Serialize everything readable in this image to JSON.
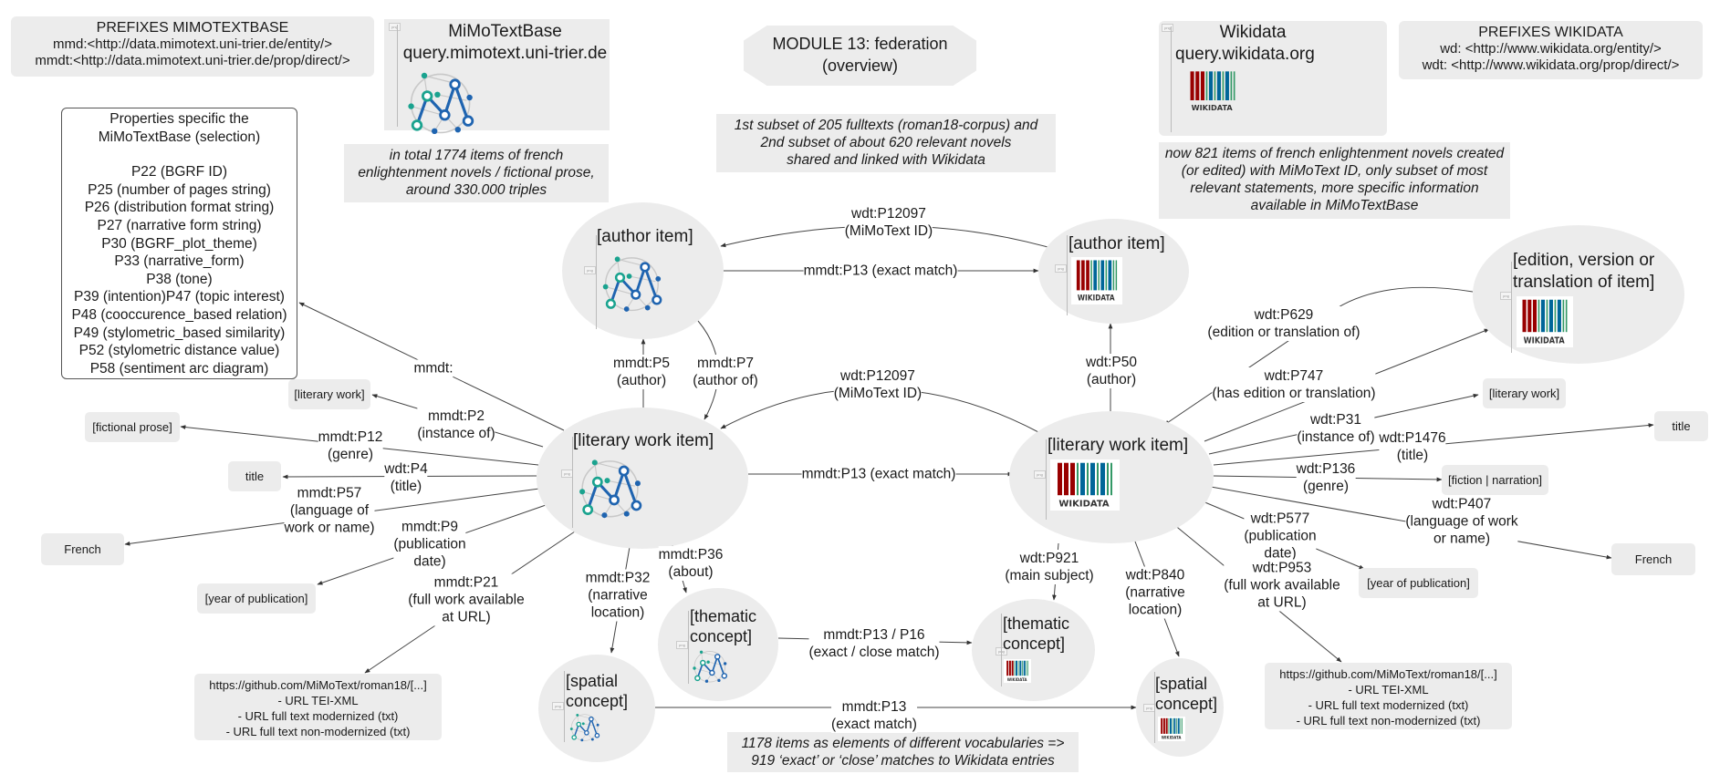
{
  "module": {
    "line1": "MODULE 13: federation",
    "line2": "(overview)"
  },
  "prefixes_mimotext": {
    "title": "PREFIXES MIMOTEXTBASE",
    "lines": [
      "mmd:<http://data.mimotext.uni-trier.de/entity/>",
      "mmdt:<http://data.mimotext.uni-trier.de/prop/direct/>"
    ]
  },
  "prefixes_wikidata": {
    "title": "PREFIXES WIKIDATA",
    "lines": [
      "wd: <http://www.wikidata.org/entity/>",
      "wdt: <http://www.wikidata.org/prop/direct/>"
    ]
  },
  "endpoints": {
    "mimotext": {
      "name": "MiMoTextBase",
      "url": "query.mimotext.uni-trier.de",
      "logo": "mimotext-logo-icon"
    },
    "wikidata": {
      "name": "Wikidata",
      "url": "query.wikidata.org",
      "logo": "wikidata-logo-icon",
      "logo_text": "WIKIDATA"
    }
  },
  "notes": {
    "mimotext_total": [
      "in total 1774 items of french",
      "enlightenment novels / fictional prose,",
      "around 330.000 triples"
    ],
    "subsets": [
      "1st subset of 205 fulltexts (roman18-corpus) and",
      "2nd subset of about 620 relevant novels",
      "shared and linked with Wikidata"
    ],
    "wikidata_items": [
      "now 821 items of french enlightenment novels created",
      "(or edited) with MiMoText ID, only subset of most",
      "relevant statements, more specific information",
      "available in MiMoTextBase"
    ],
    "vocabularies": [
      "1178 items as elements of different vocabularies =>",
      "919 ‘exact’ or ‘close’ matches to Wikidata entries"
    ]
  },
  "properties_box": {
    "title": [
      "Properties specific the",
      "MiMoTextBase (selection)"
    ],
    "items": [
      "P22 (BGRF ID)",
      "P25 (number of pages string)",
      "P26 (distribution format string)",
      "P27 (narrative form string)",
      "P30 (BGRF_plot_theme)",
      "P33 (narrative_form)",
      "P38 (tone)",
      "P39 (intention)P47 (topic interest)",
      "P48 (cooccurence_based relation)",
      "P49 (stylometric_based similarity)",
      "P52 (stylometric distance value)",
      "P58 (sentiment arc diagram)"
    ]
  },
  "nodes": {
    "mmd_author": {
      "title": "[author item]",
      "source": "mimotext"
    },
    "wd_author": {
      "title": "[author item]",
      "source": "wikidata"
    },
    "mmd_work": {
      "title": "[literary work item]",
      "source": "mimotext"
    },
    "wd_work": {
      "title": "[literary work item]",
      "source": "wikidata"
    },
    "mmd_thematic": {
      "title": [
        "[thematic",
        "concept]"
      ],
      "source": "mimotext"
    },
    "wd_thematic": {
      "title": [
        "[thematic",
        "concept]"
      ],
      "source": "wikidata"
    },
    "mmd_spatial": {
      "title": [
        "[spatial",
        "concept]"
      ],
      "source": "mimotext"
    },
    "wd_spatial": {
      "title": [
        "[spatial",
        "concept]"
      ],
      "source": "wikidata"
    },
    "wd_edition": {
      "title": [
        "[edition, version or",
        "translation of item]"
      ],
      "source": "wikidata"
    }
  },
  "png_tag": "png",
  "leaves": {
    "l_literary_work": "[literary work]",
    "l_fictional_prose": "[fictional prose]",
    "l_title": "title",
    "l_french": "French",
    "l_year": "[year of publication]",
    "r_literary_work": "[literary work]",
    "r_title": "title",
    "r_fiction": "[fiction | narration]",
    "r_french": "French",
    "r_year": "[year of publication]"
  },
  "url_boxes": {
    "left": [
      "https://github.com/MiMoText/roman18/[...]",
      "- URL TEI-XML",
      "- URL full text modernized (txt)",
      "- URL full text non-modernized (txt)"
    ],
    "right": [
      "https://github.com/MiMoText/roman18/[...]",
      "- URL TEI-XML",
      "- URL full text modernized (txt)",
      "- URL full text non-modernized (txt)"
    ]
  },
  "edges": {
    "author_wd_to_mmd": [
      "wdt:P12097",
      "(MiMoText ID)"
    ],
    "author_exact": [
      "mmdt:P13 (exact match)"
    ],
    "mmd_p5": [
      "mmdt:P5",
      "(author)"
    ],
    "mmd_p7": [
      "mmdt:P7",
      "(author of)"
    ],
    "work_wd_to_mmd": [
      "wdt:P12097",
      "(MiMoText ID)"
    ],
    "work_exact": [
      "mmdt:P13 (exact match)"
    ],
    "wd_p50": [
      "wdt:P50",
      "(author)"
    ],
    "mmd_props": [
      "mmdt:"
    ],
    "mmd_p2": [
      "mmdt:P2",
      "(instance of)"
    ],
    "mmd_p12": [
      "mmdt:P12",
      "(genre)"
    ],
    "mmd_p4": [
      "wdt:P4",
      "(title)"
    ],
    "mmd_p57": [
      "mmdt:P57",
      "(language of",
      "work or name)"
    ],
    "mmd_p9": [
      "mmdt:P9",
      "(publication",
      "date)"
    ],
    "mmd_p21": [
      "mmdt:P21",
      "(full work available",
      "at URL)"
    ],
    "mmd_p32": [
      "mmdt:P32",
      "(narrative",
      "location)"
    ],
    "mmd_p36": [
      "mmdt:P36",
      "(about)"
    ],
    "thematic_match": [
      "mmdt:P13 / P16",
      "(exact / close match)"
    ],
    "spatial_match": [
      "mmdt:P13",
      "(exact match)"
    ],
    "wd_p629": [
      "wdt:P629",
      "(edition or translation of)"
    ],
    "wd_p747": [
      "wdt:P747",
      "(has edition or translation)"
    ],
    "wd_p31": [
      "wdt:P31",
      "(instance of)"
    ],
    "wd_p1476": [
      "wdt:P1476",
      "(title)"
    ],
    "wd_p136": [
      "wdt:P136",
      "(genre)"
    ],
    "wd_p407": [
      "wdt:P407",
      "(language of work",
      "or name)"
    ],
    "wd_p577": [
      "wdt:P577",
      "(publication",
      "date)"
    ],
    "wd_p921": [
      "wdt:P921",
      "(main subject)"
    ],
    "wd_p840": [
      "wdt:P840",
      "(narrative",
      "location)"
    ],
    "wd_p953": [
      "wdt:P953",
      "(full work available",
      "at URL)"
    ]
  },
  "colors": {
    "node_fill": "#ececec",
    "mimotext_teal": "#1aa38f",
    "mimotext_blue": "#1f64b0",
    "wikidata_red": "#990000",
    "wikidata_green": "#339966",
    "wikidata_blue": "#006699"
  }
}
